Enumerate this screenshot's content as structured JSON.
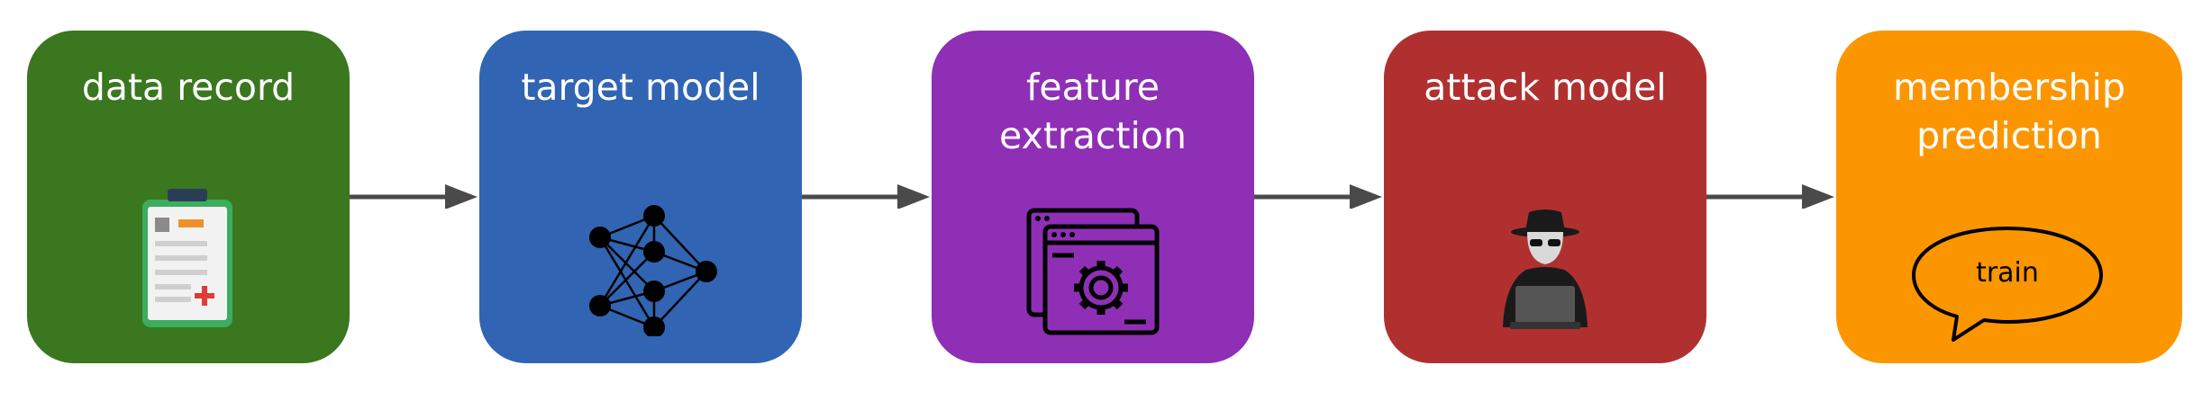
{
  "stages": [
    {
      "label": "data record",
      "color": "#3a771f",
      "icon": "clipboard-icon"
    },
    {
      "label": "target model",
      "color": "#3164b3",
      "icon": "neural-network-icon"
    },
    {
      "label": "feature\nextraction",
      "color": "#8e2fb5",
      "icon": "settings-window-icon"
    },
    {
      "label": "attack model",
      "color": "#b03030",
      "icon": "hacker-icon"
    },
    {
      "label": "membership\nprediction",
      "color": "#fb9600",
      "icon": "speech-bubble-icon",
      "bubble_text": "train"
    }
  ],
  "arrow_color": "#4a4a4a",
  "arrow_count": 4
}
